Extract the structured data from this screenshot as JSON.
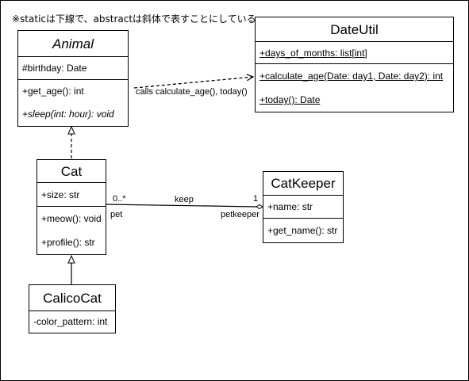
{
  "note": "※staticは下線で、abstractは斜体で表すことにしている。",
  "classes": {
    "animal": {
      "name": "Animal",
      "attributes": [
        "#birthday: Date"
      ],
      "methods": [
        "+get_age(): int",
        "+sleep(int: hour): void"
      ]
    },
    "dateutil": {
      "name": "DateUtil",
      "attributes": [
        "+days_of_months: list[int]"
      ],
      "methods": [
        "+calculate_age(Date: day1, Date: day2): int",
        "+today(): Date"
      ]
    },
    "cat": {
      "name": "Cat",
      "attributes": [
        "+size: str"
      ],
      "methods": [
        "+meow(): void",
        "+profile(): str"
      ]
    },
    "catkeeper": {
      "name": "CatKeeper",
      "attributes": [
        "+name: str"
      ],
      "methods": [
        "+get_name(): str"
      ]
    },
    "calicocat": {
      "name": "CalicoCat",
      "attributes": [
        "-color_pattern: int"
      ]
    }
  },
  "edges": {
    "dependency_label": "calls calculate_age(), today()",
    "association": {
      "name": "keep",
      "cat_multiplicity": "0..*",
      "cat_role": "pet",
      "keeper_multiplicity": "1",
      "keeper_role": "petkeeper"
    }
  }
}
